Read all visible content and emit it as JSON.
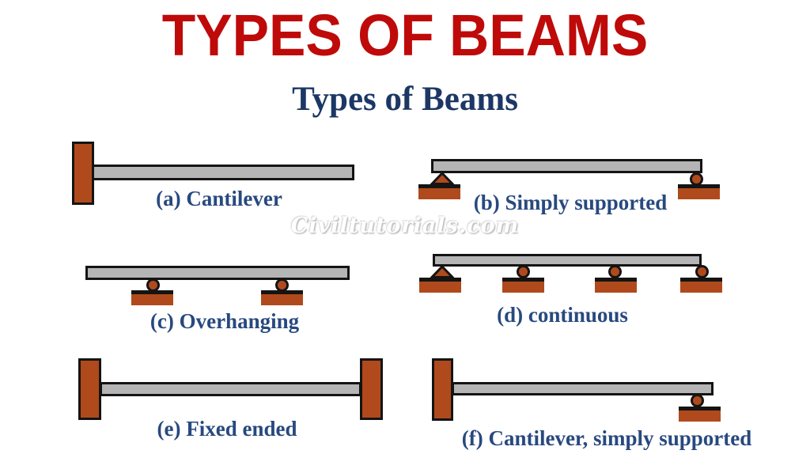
{
  "page": {
    "title": "TYPES OF BEAMS",
    "subtitle": "Types of Beams",
    "watermark": "Civiltutorials.com"
  },
  "colors": {
    "title_red": "#bf0a0a",
    "heading_navy": "#1c3765",
    "label_blue": "#28497f",
    "support_orange": "#b04a1c",
    "beam_gray": "#b5b5b5",
    "outline_black": "#141414",
    "watermark_gray": "#bdbdbd"
  },
  "figures": [
    {
      "key": "a",
      "label": "(a) Cantilever",
      "beam_type": "cantilever",
      "supports": [
        "fixed wall (left)"
      ]
    },
    {
      "key": "b",
      "label": "(b) Simply supported",
      "beam_type": "simply supported",
      "supports": [
        "pin (left)",
        "roller (right)"
      ]
    },
    {
      "key": "c",
      "label": "(c) Overhanging",
      "beam_type": "overhanging",
      "supports": [
        "roller (inner left)",
        "roller (inner right)"
      ]
    },
    {
      "key": "d",
      "label": "(d) continuous",
      "beam_type": "continuous",
      "supports": [
        "pin (left)",
        "roller (mid-left)",
        "roller (mid-right)",
        "roller (right)"
      ]
    },
    {
      "key": "e",
      "label": "(e) Fixed ended",
      "beam_type": "fixed ended",
      "supports": [
        "fixed wall (left)",
        "fixed wall (right)"
      ]
    },
    {
      "key": "f",
      "label": "(f) Cantilever, simply supported",
      "beam_type": "cantilever + simply supported",
      "supports": [
        "fixed wall (left)",
        "roller (right)"
      ]
    }
  ]
}
